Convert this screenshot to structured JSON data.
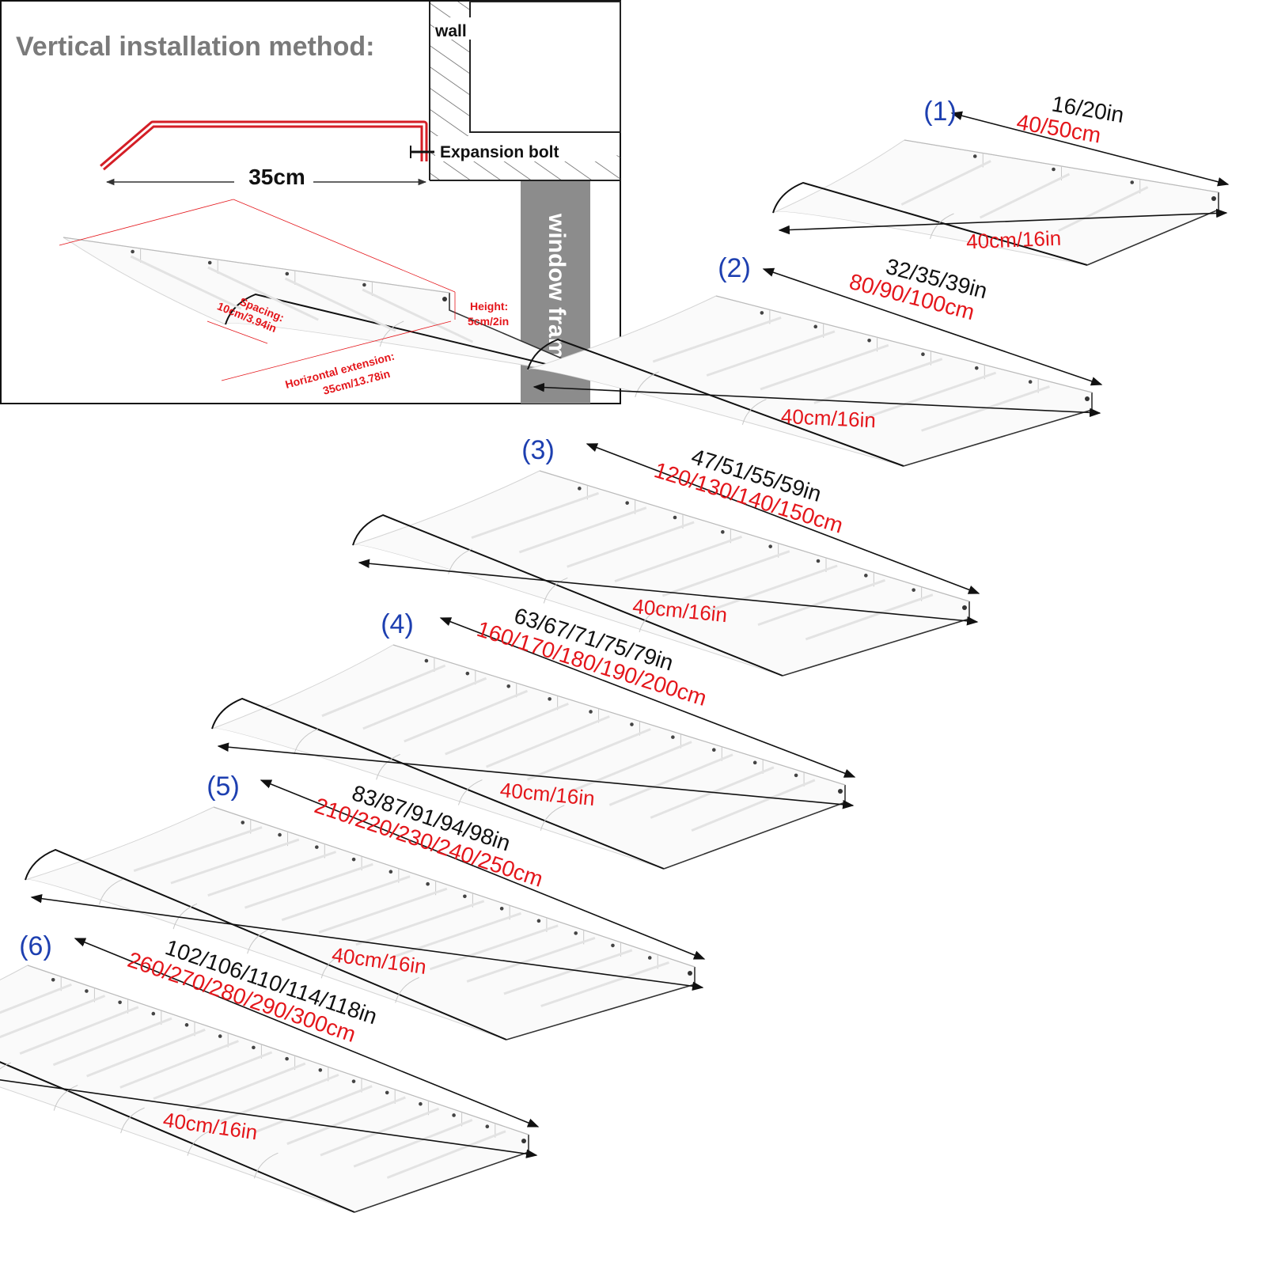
{
  "install": {
    "title": "Vertical installation method:",
    "wall_label": "wall",
    "bolt_label": "Expansion bolt",
    "length_label": "35cm",
    "frame_label": "window frame",
    "spacing_label": "Spacing:",
    "spacing_value": "10cm/3.94in",
    "height_label": "Height:",
    "height_value": "5cm/2in",
    "extension_label": "Horizontal extension:",
    "extension_value": "35cm/13.78in"
  },
  "colors": {
    "bracket": "#d41e26",
    "dimension_red": "#e4161b",
    "number_blue": "#1d3fb0",
    "frame_gray": "#8c8c8c",
    "hatch": "#555555"
  },
  "sizes": [
    {
      "number": "(1)",
      "inches": "16/20in",
      "cm": "40/50cm",
      "depth": "40cm/16in"
    },
    {
      "number": "(2)",
      "inches": "32/35/39in",
      "cm": "80/90/100cm",
      "depth": "40cm/16in"
    },
    {
      "number": "(3)",
      "inches": "47/51/55/59in",
      "cm": "120/130/140/150cm",
      "depth": "40cm/16in"
    },
    {
      "number": "(4)",
      "inches": "63/67/71/75/79in",
      "cm": "160/170/180/190/200cm",
      "depth": "40cm/16in"
    },
    {
      "number": "(5)",
      "inches": "83/87/91/94/98in",
      "cm": "210/220/230/240/250cm",
      "depth": "40cm/16in"
    },
    {
      "number": "(6)",
      "inches": "102/106/110/114/118in",
      "cm": "260/270/280/290/300cm",
      "depth": "40cm/16in"
    }
  ]
}
